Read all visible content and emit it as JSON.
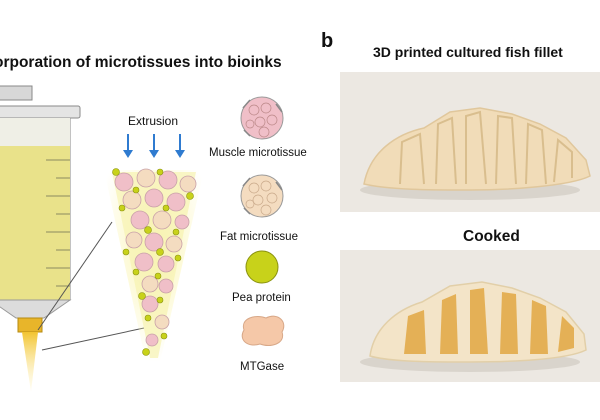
{
  "panel_a": {
    "title": "orporation of microtissues into bioinks",
    "extrusion_label": "Extrusion",
    "legend": [
      {
        "label": "Muscle microtissue",
        "icon": "muscle-microtissue-icon"
      },
      {
        "label": "Fat microtissue",
        "icon": "fat-microtissue-icon"
      },
      {
        "label": "Pea protein",
        "icon": "pea-protein-icon"
      },
      {
        "label": "MTGase",
        "icon": "mtgase-icon"
      }
    ]
  },
  "panel_b": {
    "label": "b",
    "title": "3D printed cultured fish fillet",
    "cooked_label": "Cooked"
  },
  "colors": {
    "bioink": "#f3ee9c",
    "syringe_fill": "#e9e28a",
    "pea_protein": "#c8d21a",
    "muscle": "#f0bfc8",
    "fat": "#f4dcc0",
    "mtgase": "#f5c8a8",
    "arrow": "#2f7bd0"
  }
}
